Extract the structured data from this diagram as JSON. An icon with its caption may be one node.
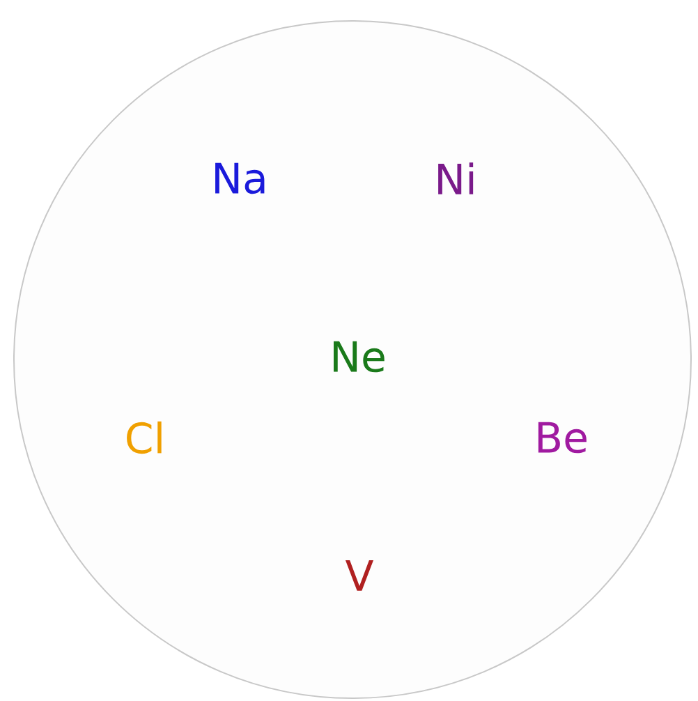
{
  "diagram": {
    "nodes": [
      {
        "text": [
          "Na",
          "Ni",
          "Ne",
          "Cl",
          "Be",
          "V"
        ]
      }
    ]
  }
}
